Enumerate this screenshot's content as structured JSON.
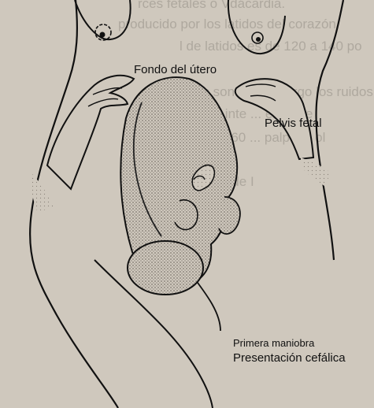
{
  "labels": {
    "fundus": "Fondo del útero",
    "fetal_pelvis": "Pelvis fetal",
    "maneuver": "Primera maniobra",
    "presentation": "Presentación cefálica"
  },
  "background_text": [
    "rces fetales o Vdácardia.",
    "producido por los latidos del corazón",
    "l de latidos es de 120 a 140 po",
    "es son sin embargo los ruidos d",
    "mpo inte ... el prese",
    "ritidoi 60 ... palpazo ol",
    "tecup de I"
  ],
  "colors": {
    "paper": "#cfc8bd",
    "ink": "#111111",
    "shading": "#8a8279"
  }
}
